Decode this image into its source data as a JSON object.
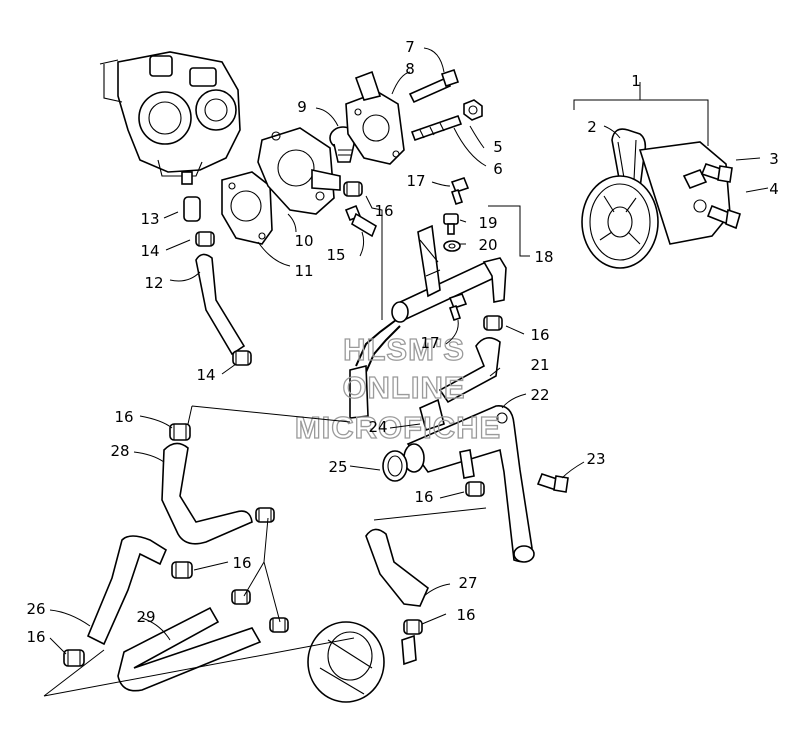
{
  "callouts": [
    "1",
    "2",
    "3",
    "4",
    "5",
    "6",
    "7",
    "8",
    "9",
    "10",
    "11",
    "12",
    "13",
    "14",
    "14",
    "15",
    "16",
    "16",
    "16",
    "16",
    "16",
    "16",
    "16",
    "17",
    "17",
    "18",
    "19",
    "20",
    "21",
    "22",
    "23",
    "24",
    "25",
    "26",
    "27",
    "28",
    "29"
  ],
  "watermark": {
    "line1": "HLSM'S",
    "line2": "ONLINE",
    "line3": "MICROFICHE"
  }
}
